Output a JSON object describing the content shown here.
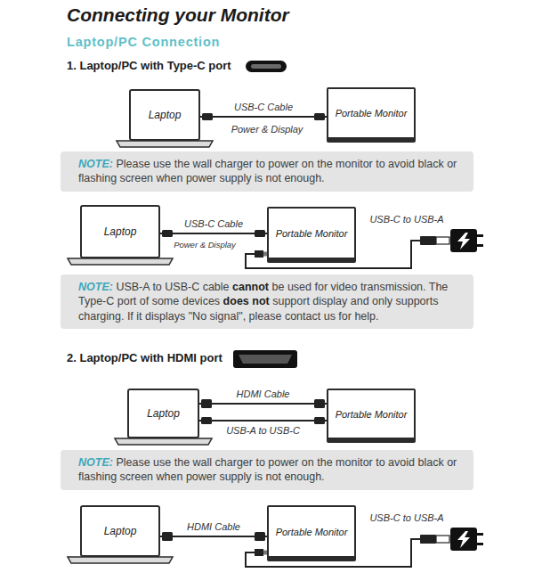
{
  "diagram": {
    "title": "Connecting your Monitor",
    "nodes": [
      {
        "text": [
          "Laptop"
        ]
      },
      {
        "text": [
          "Portable Monitor"
        ]
      },
      {
        "text": [
          "NOTE:",
          "Please use the wall charger to power on the monitor to avoid black or flashing screen when power supply is not enough."
        ]
      },
      {
        "text": [
          "Laptop"
        ]
      },
      {
        "text": [
          "Portable Monitor"
        ]
      },
      {
        "text": [
          "NOTE:",
          "USB-A to USB-C cable",
          "cannot",
          "be used for video transmission. The Type-C port of some devices",
          "does not",
          "support display and only supports charging. If it displays \"No signal\", please contact us for help."
        ]
      },
      {
        "text": [
          "Laptop"
        ]
      },
      {
        "text": [
          "Portable Monitor"
        ]
      },
      {
        "text": [
          "NOTE:",
          "Please use the wall charger to power on the monitor to avoid black or flashing screen when power supply is not enough."
        ]
      },
      {
        "text": [
          "Laptop"
        ]
      },
      {
        "text": [
          "Portable Monitor"
        ]
      }
    ],
    "edges": [
      {
        "from": 0,
        "to": 1,
        "label": "USB-C Cable",
        "arrow": "none"
      },
      {
        "from": 3,
        "to": 4,
        "label": "USB-C Cable",
        "arrow": "none"
      },
      {
        "from": 6,
        "to": 7,
        "label": "HDMI Cable",
        "arrow": "none"
      },
      {
        "from": 6,
        "to": 7,
        "label": "USB-A to USB-C",
        "arrow": "none"
      },
      {
        "from": 9,
        "to": 10,
        "label": "HDMI Cable",
        "arrow": "none"
      }
    ],
    "labels": [
      "Laptop/PC Connection",
      "1. Laptop/PC with Type-C port",
      "Power & Display",
      "Power & Display",
      "USB-C to USB-A",
      "2. Laptop/PC with HDMI port",
      "USB-C to USB-A"
    ]
  }
}
